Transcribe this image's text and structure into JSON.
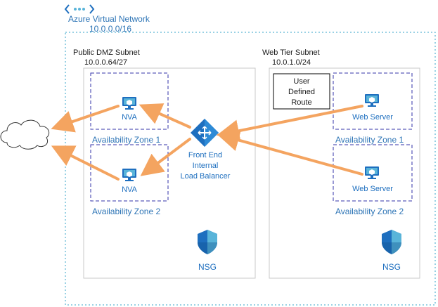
{
  "vnet": {
    "title": "Azure Virtual Network",
    "cidr": "10.0.0.0/16"
  },
  "dmz_subnet": {
    "title": "Public DMZ Subnet",
    "cidr": "10.0.0.64/27",
    "zone1_label": "Availability Zone 1",
    "zone2_label": "Availability Zone 2",
    "nva1_label": "NVA",
    "nva2_label": "NVA",
    "nsg_label": "NSG"
  },
  "web_subnet": {
    "title": "Web Tier Subnet",
    "cidr": "10.0.1.0/24",
    "zone1_label": "Availability Zone 1",
    "zone2_label": "Availability Zone 2",
    "server1_label": "Web Server",
    "server2_label": "Web Server",
    "nsg_label": "NSG",
    "udr_lines": [
      "User",
      "Defined",
      "Route"
    ]
  },
  "load_balancer": {
    "lines": [
      "Front End",
      "Internal",
      "Load Balancer"
    ]
  },
  "icons": {
    "network": "virtual-network-icon",
    "vm": "virtual-machine-icon",
    "lb": "load-balancer-icon",
    "shield": "nsg-shield-icon",
    "cloud": "internet-cloud-icon"
  },
  "colors": {
    "arrow": "#f4a460",
    "zone_border": "#3333aa",
    "vnet_border": "#33a3c9",
    "label_blue": "#2e75b6",
    "icon_blue": "#1e6fbf"
  }
}
